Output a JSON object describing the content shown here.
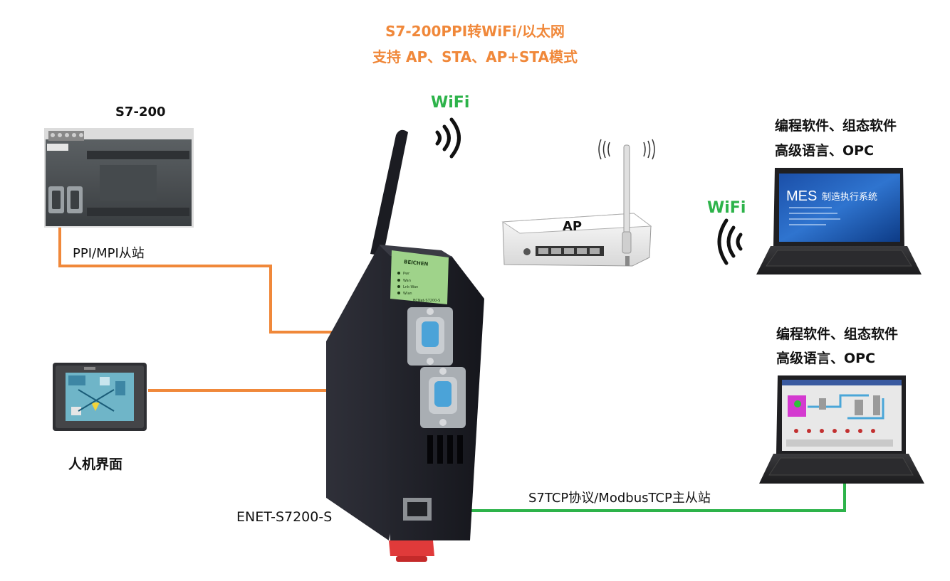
{
  "header": {
    "line1": "S7-200PPI转WiFi/以太网",
    "line2": "支持 AP、STA、AP+STA模式"
  },
  "plc": {
    "label": "S7-200",
    "link_label": "PPI/MPI从站"
  },
  "hmi": {
    "label": "人机界面"
  },
  "gateway": {
    "label": "ENET-S7200-S",
    "brand": "BEICHEN",
    "leds": [
      "Pwr",
      "Wan",
      "Lnk-Wan",
      "Wlan"
    ],
    "model_tag": "BCNet-S7200-S"
  },
  "wifi": {
    "label_top": "WiFi",
    "label_right": "WiFi"
  },
  "ap": {
    "label": "AP"
  },
  "pc_top": {
    "line1": "编程软件、组态软件",
    "line2": "高级语言、OPC",
    "screen_title": "MES",
    "screen_subtitle": "制造执行系统"
  },
  "pc_bottom": {
    "line1": "编程软件、组态软件",
    "line2": "高级语言、OPC"
  },
  "ethernet": {
    "label": "S7TCP协议/ModbusTCP主从站"
  },
  "colors": {
    "title": "#f0883a",
    "wifi": "#2db34a",
    "serial_line": "#f0883a",
    "ethernet_line": "#2db34a"
  }
}
